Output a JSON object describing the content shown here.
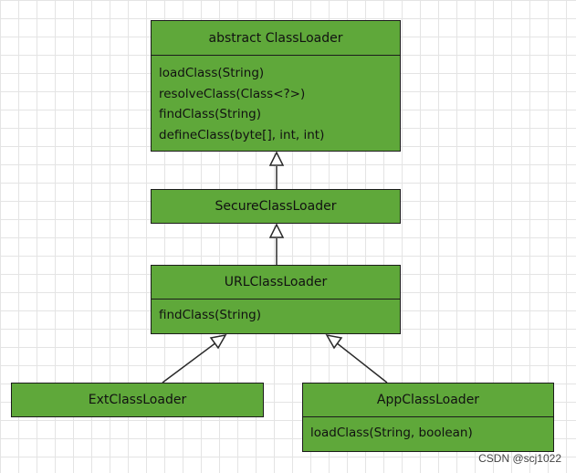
{
  "classes": {
    "classloader": {
      "name": "abstract ClassLoader",
      "methods": [
        "loadClass(String)",
        "resolveClass(Class<?>)",
        "findClass(String)",
        "defineClass(byte[], int, int)"
      ]
    },
    "secure": {
      "name": "SecureClassLoader"
    },
    "url": {
      "name": "URLClassLoader",
      "methods": [
        "findClass(String)"
      ]
    },
    "ext": {
      "name": "ExtClassLoader"
    },
    "app": {
      "name": "AppClassLoader",
      "methods": [
        "loadClass(String, boolean)"
      ]
    }
  },
  "colors": {
    "fill": "#5fa83a",
    "stroke": "#1c1c1c",
    "grid": "#e4e4e4"
  },
  "watermark": "CSDN @scj1022"
}
